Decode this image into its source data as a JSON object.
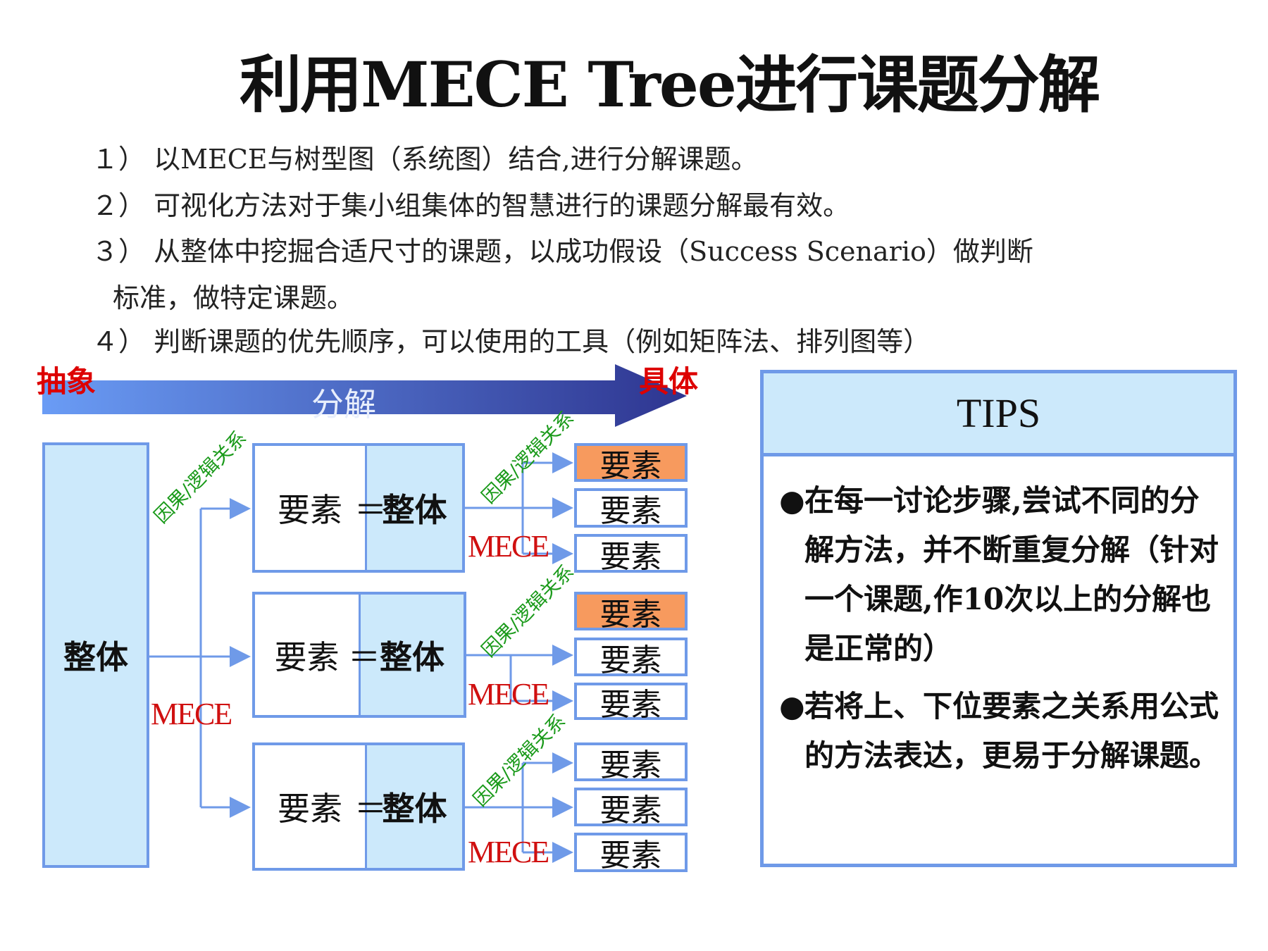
{
  "title": "利用MECE Tree进行课题分解",
  "points": [
    "１）  以MECE与树型图（系统图）结合,进行分解课题。",
    "２）  可视化方法对于集小组集体的智慧进行的课题分解最有效。",
    "３）  从整体中挖掘合适尺寸的课题，以成功假设（Success Scenario）做判断",
    "标准，做特定课题。",
    "４）  判断课题的优先顺序，可以使用的工具（例如矩阵法、排列图等）"
  ],
  "arrow": {
    "left": "抽象",
    "right": "具体",
    "center": "分解"
  },
  "whole": "整体",
  "middle": {
    "left": "要素",
    "eq": "＝",
    "right": "整体"
  },
  "element": "要素",
  "mece": "MECE",
  "relation": "因果/逻辑关系",
  "tips": {
    "title": "TIPS",
    "bullet": "●",
    "items": [
      "在每一讨论步骤,尝试不同的分解方法，并不断重复分解（针对一个课题,作10次以上的分解也是正常的）",
      "若将上、下位要素之关系用公式的方法表达，更易于分解课题。"
    ]
  },
  "colors": {
    "accent": "#6f9ae8",
    "fill": "#cce9fb",
    "highlight": "#f79a5e",
    "mece": "#d01010",
    "relation": "#1a9a1a"
  }
}
